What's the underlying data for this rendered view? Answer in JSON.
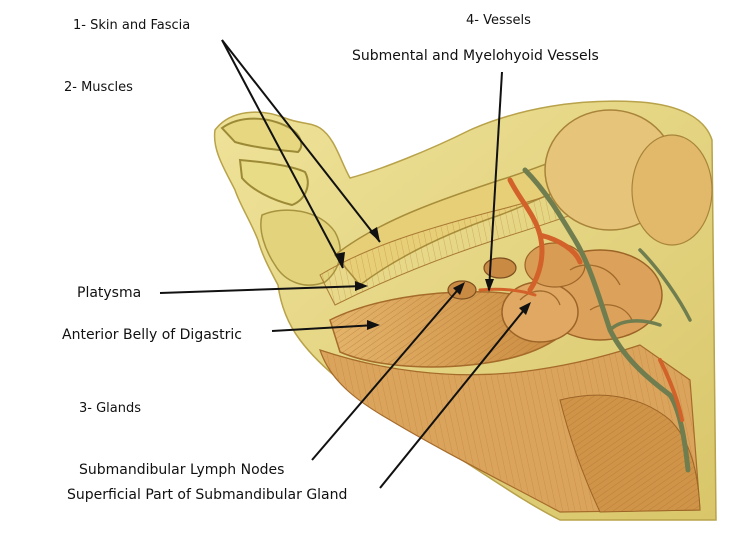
{
  "labels": {
    "skin_fascia": "1- Skin and Fascia",
    "muscles": "2- Muscles",
    "glands": "3- Glands",
    "vessels": "4- Vessels",
    "submental_vessels": "Submental and Myelohyoid Vessels",
    "platysma": "Platysma",
    "anterior_belly": "Anterior Belly of Digastric",
    "lymph_nodes": "Submandibular Lymph Nodes",
    "superficial_gland": "Superficial Part of Submandibular Gland"
  },
  "colors": {
    "background": "#ffffff",
    "skin": "#e7d98a",
    "skin_shadow": "#c9b45a",
    "muscle": "#d9a25a",
    "muscle_dark": "#b97a34",
    "gland": "#d8a05c",
    "artery": "#d2622a",
    "vein": "#6f7d4f",
    "leader_line": "#111111"
  }
}
